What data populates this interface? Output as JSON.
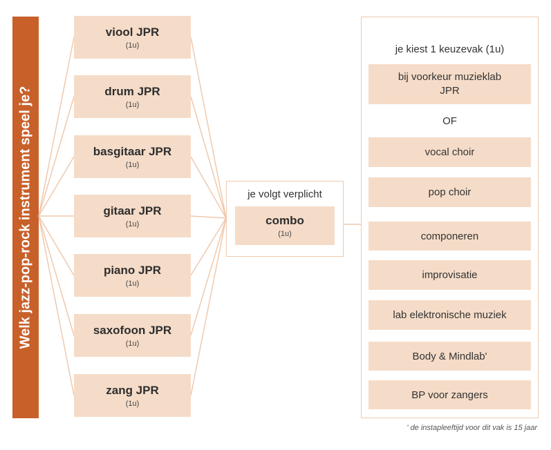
{
  "question": "Welk jazz-pop-rock instrument speel je?",
  "instruments": [
    {
      "name": "viool JPR",
      "credits": "(1u)"
    },
    {
      "name": "drum JPR",
      "credits": "(1u)"
    },
    {
      "name": "basgitaar JPR",
      "credits": "(1u)"
    },
    {
      "name": "gitaar JPR",
      "credits": "(1u)"
    },
    {
      "name": "piano JPR",
      "credits": "(1u)"
    },
    {
      "name": "saxofoon JPR",
      "credits": "(1u)"
    },
    {
      "name": "zang JPR",
      "credits": "(1u)"
    }
  ],
  "mandatory": {
    "title": "je volgt verplicht",
    "course": "combo",
    "credits": "(1u)"
  },
  "electives": {
    "title": "je kiest 1 keuzevak (1u)",
    "preferred": "bij voorkeur muzieklab JPR",
    "or_label": "OF",
    "options": [
      "vocal choir",
      "pop choir",
      "componeren",
      "improvisatie",
      "lab elektronische muziek",
      "Body & Mindlab'",
      "BP voor zangers"
    ]
  },
  "footnote": "' de instapleeftijd voor dit vak is 15 jaar",
  "colors": {
    "accent": "#c8602a",
    "box_fill": "#f5dcc8",
    "line": "#efc9ad"
  }
}
